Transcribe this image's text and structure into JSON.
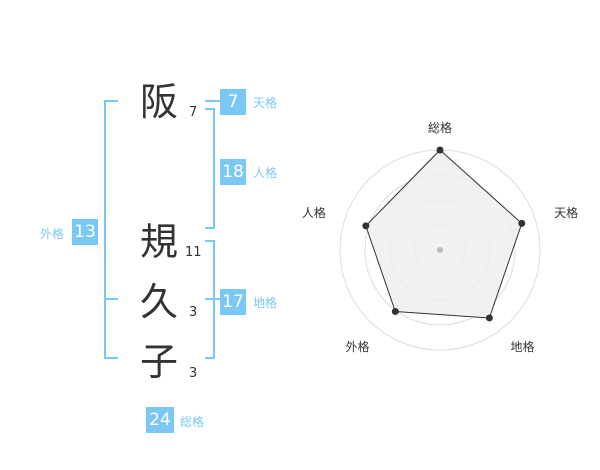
{
  "name": {
    "chars": [
      {
        "char": "阪",
        "strokes": "7"
      },
      {
        "char": "規",
        "strokes": "11"
      },
      {
        "char": "久",
        "strokes": "3"
      },
      {
        "char": "子",
        "strokes": "3"
      }
    ]
  },
  "fortune": {
    "tenkaku": {
      "label": "天格",
      "value": "7"
    },
    "jinkaku": {
      "label": "人格",
      "value": "18"
    },
    "chikaku": {
      "label": "地格",
      "value": "17"
    },
    "gaikaku": {
      "label": "外格",
      "value": "13"
    },
    "soukaku": {
      "label": "総格",
      "value": "24"
    }
  },
  "chart_data": {
    "type": "radar",
    "axes": [
      "総格",
      "天格",
      "地格",
      "外格",
      "人格"
    ],
    "values": [
      5,
      4.3,
      4.2,
      3.8,
      3.9
    ],
    "max": 5,
    "rings": 4
  },
  "colors": {
    "accent": "#7cc8f4",
    "text": "#333333",
    "fill": "#eeeeee"
  }
}
